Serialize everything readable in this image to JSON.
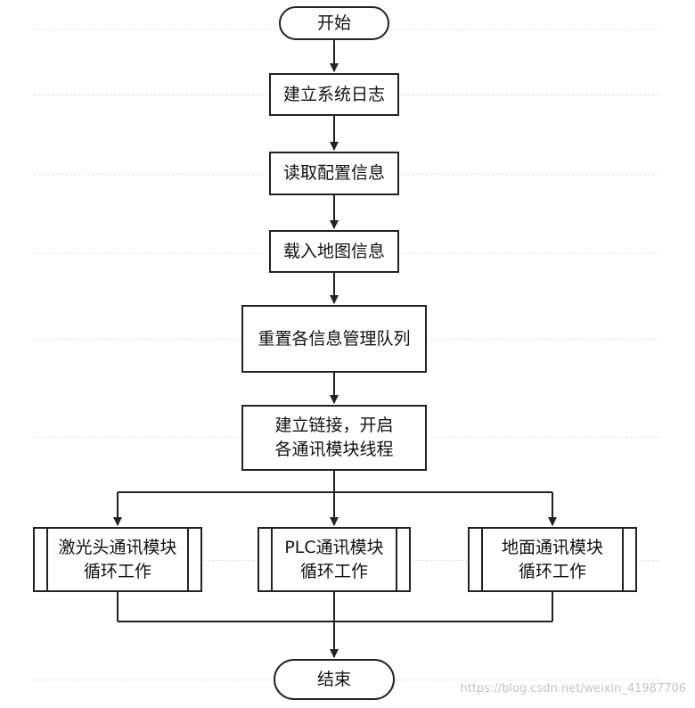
{
  "flowchart": {
    "start": "开始",
    "steps": [
      "建立系统日志",
      "读取配置信息",
      "载入地图信息",
      "重置各信息管理队列"
    ],
    "connect": [
      "建立链接，开启",
      "各通讯模块线程"
    ],
    "branches": [
      [
        "激光头通讯模块",
        "循环工作"
      ],
      [
        "PLC通讯模块",
        "循环工作"
      ],
      [
        "地面通讯模块",
        "循环工作"
      ]
    ],
    "end": "结束"
  },
  "watermark": "https://blog.csdn.net/weixin_41987706"
}
